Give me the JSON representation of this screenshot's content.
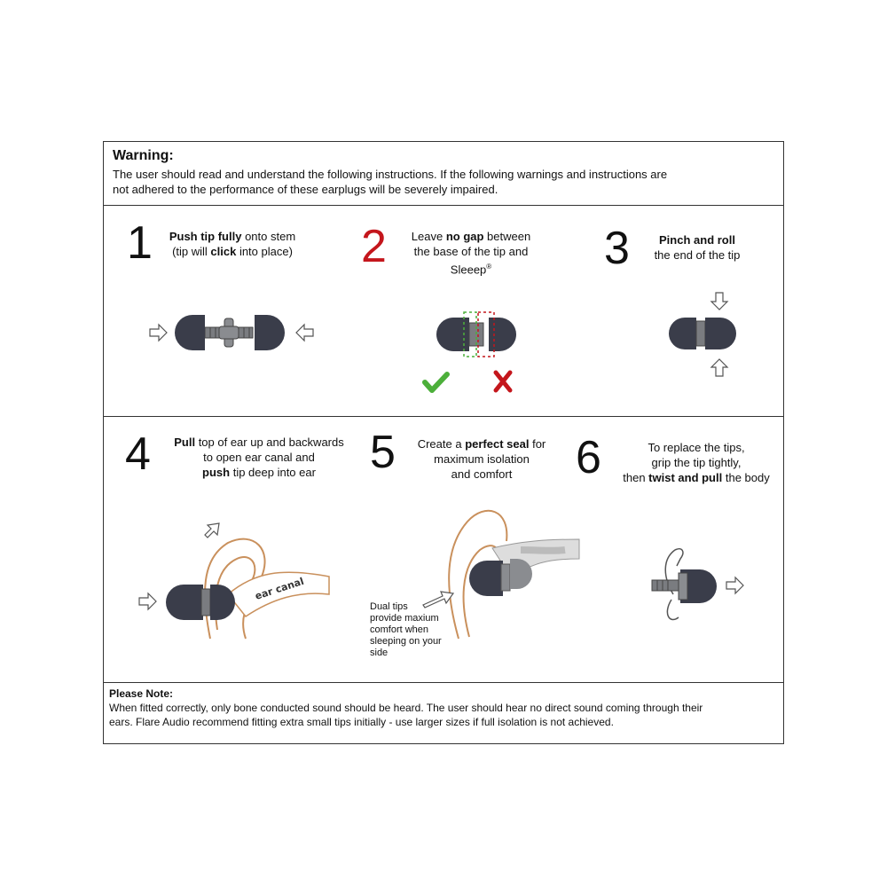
{
  "warning": {
    "title": "Warning:",
    "line1": "The user should read and understand the following instructions. If the following warnings and instructions are",
    "line2": "not adhered to the performance of these earplugs will be severely impaired."
  },
  "steps": [
    {
      "number": "1",
      "l1_b": "Push tip fully",
      "l1_r": " onto stem",
      "l2_a": "(tip will ",
      "l2_b": "click",
      "l2_c": " into place)"
    },
    {
      "number": "2",
      "l1_a": "Leave ",
      "l1_b": "no gap",
      "l1_c": " between",
      "l2": "the base of the tip and",
      "l3": "Sleeep",
      "l3_sup": "®"
    },
    {
      "number": "3",
      "l1_b": "Pinch and roll",
      "l2": "the end of the tip"
    },
    {
      "number": "4",
      "l1_b": "Pull",
      "l1_r": " top of ear up and backwards",
      "l2": "to open ear canal and",
      "l3_b": "push",
      "l3_r": " tip deep into ear",
      "ear_label": "ear canal"
    },
    {
      "number": "5",
      "l1_a": "Create a ",
      "l1_b": "perfect seal",
      "l1_c": " for",
      "l2": "maximum isolation",
      "l3": "and comfort",
      "dual_tips": [
        "Dual tips",
        "provide maxium",
        "comfort when",
        "sleeping on your",
        "side"
      ]
    },
    {
      "number": "6",
      "l1": "To replace the tips,",
      "l2": "grip the tip tightly,",
      "l3_a": "then ",
      "l3_b": "twist and pull",
      "l3_c": " the body"
    }
  ],
  "note": {
    "title": "Please Note:",
    "line1": "When fitted correctly, only bone conducted sound should be heard. The user should hear no direct sound coming through their",
    "line2": "ears. Flare Audio recommend fitting extra small tips initially - use larger sizes if full isolation is not achieved."
  },
  "colors": {
    "tip": "#3a3d4a",
    "accent_red": "#c4161c",
    "check_green": "#4caf3a",
    "ear": "#c9905c"
  }
}
